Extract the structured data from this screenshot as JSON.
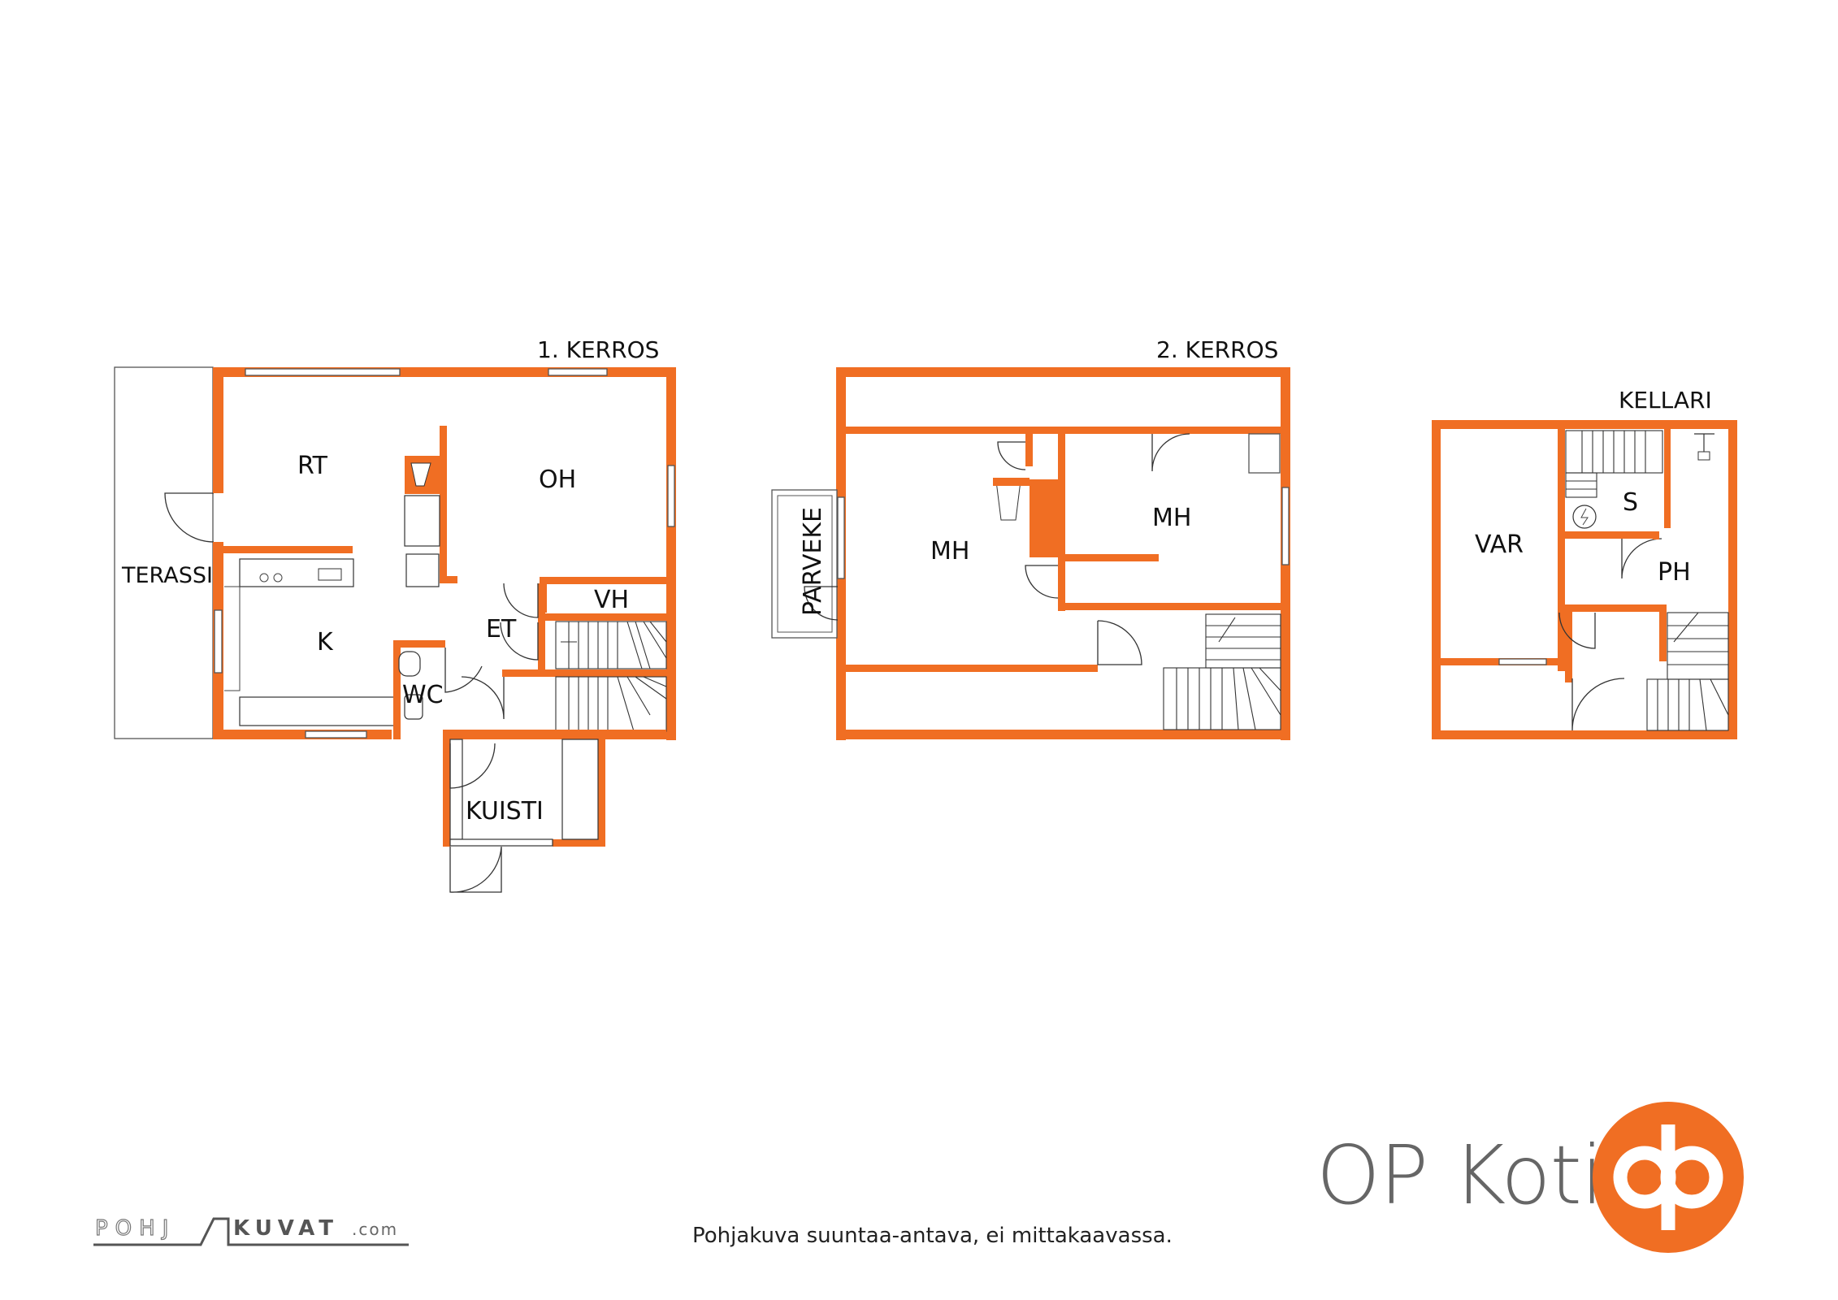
{
  "floors": {
    "first": {
      "title": "1. KERROS",
      "rooms": {
        "rt": "RT",
        "oh": "OH",
        "k": "K",
        "et": "ET",
        "vh": "VH",
        "wc": "WC",
        "terassi": "TERASSI",
        "kuisti": "KUISTI"
      }
    },
    "second": {
      "title": "2. KERROS",
      "rooms": {
        "mh_left": "MH",
        "mh_right": "MH",
        "parveke": "PARVEKE"
      }
    },
    "basement": {
      "title": "KELLARI",
      "rooms": {
        "var": "VAR",
        "s": "S",
        "ph": "PH"
      }
    }
  },
  "footer": {
    "note": "Pohjakuva suuntaa-antava, ei mittakaavassa.",
    "brand": "OP Koti",
    "watermark_left": "POHJ",
    "watermark_right": "KUVAT",
    "watermark_suffix": ".com"
  },
  "colors": {
    "wall": "#f06e23",
    "brand_text": "#666666"
  }
}
